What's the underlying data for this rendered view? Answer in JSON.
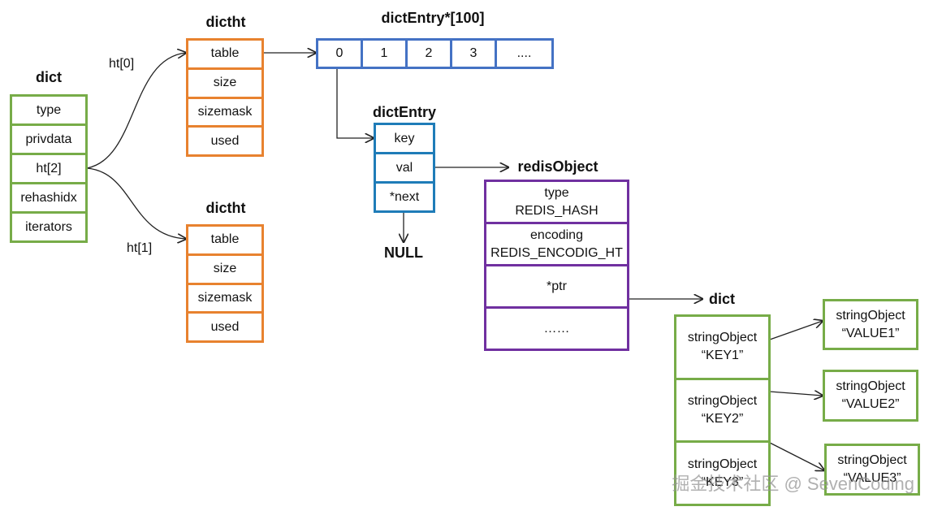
{
  "dict": {
    "title": "dict",
    "fields": [
      "type",
      "privdata",
      "ht[2]",
      "rehashidx",
      "iterators"
    ]
  },
  "ht0": {
    "title": "dictht",
    "link_label": "ht[0]",
    "fields": [
      "table",
      "size",
      "sizemask",
      "used"
    ]
  },
  "ht1": {
    "title": "dictht",
    "link_label": "ht[1]",
    "fields": [
      "table",
      "size",
      "sizemask",
      "used"
    ]
  },
  "table_array": {
    "title": "dictEntry*[100]",
    "cells": [
      "0",
      "1",
      "2",
      "3",
      "...."
    ]
  },
  "dict_entry": {
    "title": "dictEntry",
    "fields": [
      "key",
      "val",
      "*next"
    ],
    "null_label": "NULL"
  },
  "redis_object": {
    "title": "redisObject",
    "fields": [
      [
        "type",
        "REDIS_HASH"
      ],
      [
        "encoding",
        "REDIS_ENCODIG_HT"
      ],
      [
        "*ptr"
      ],
      [
        "……"
      ]
    ]
  },
  "inner_dict": {
    "title": "dict",
    "keys": [
      [
        "stringObject",
        "“KEY1”"
      ],
      [
        "stringObject",
        "“KEY2”"
      ],
      [
        "stringObject",
        "“KEY3”"
      ]
    ]
  },
  "values": [
    [
      "stringObject",
      "“VALUE1”"
    ],
    [
      "stringObject",
      "“VALUE2”"
    ],
    [
      "stringObject",
      "“VALUE3”"
    ]
  ],
  "watermark": "掘金技术社区 @ SevenCoding",
  "colors": {
    "dict": "#77ac48",
    "dictht": "#e8822f",
    "array": "#4472c4",
    "dict_entry": "#1f7cb8",
    "redis_object": "#7030a0"
  }
}
